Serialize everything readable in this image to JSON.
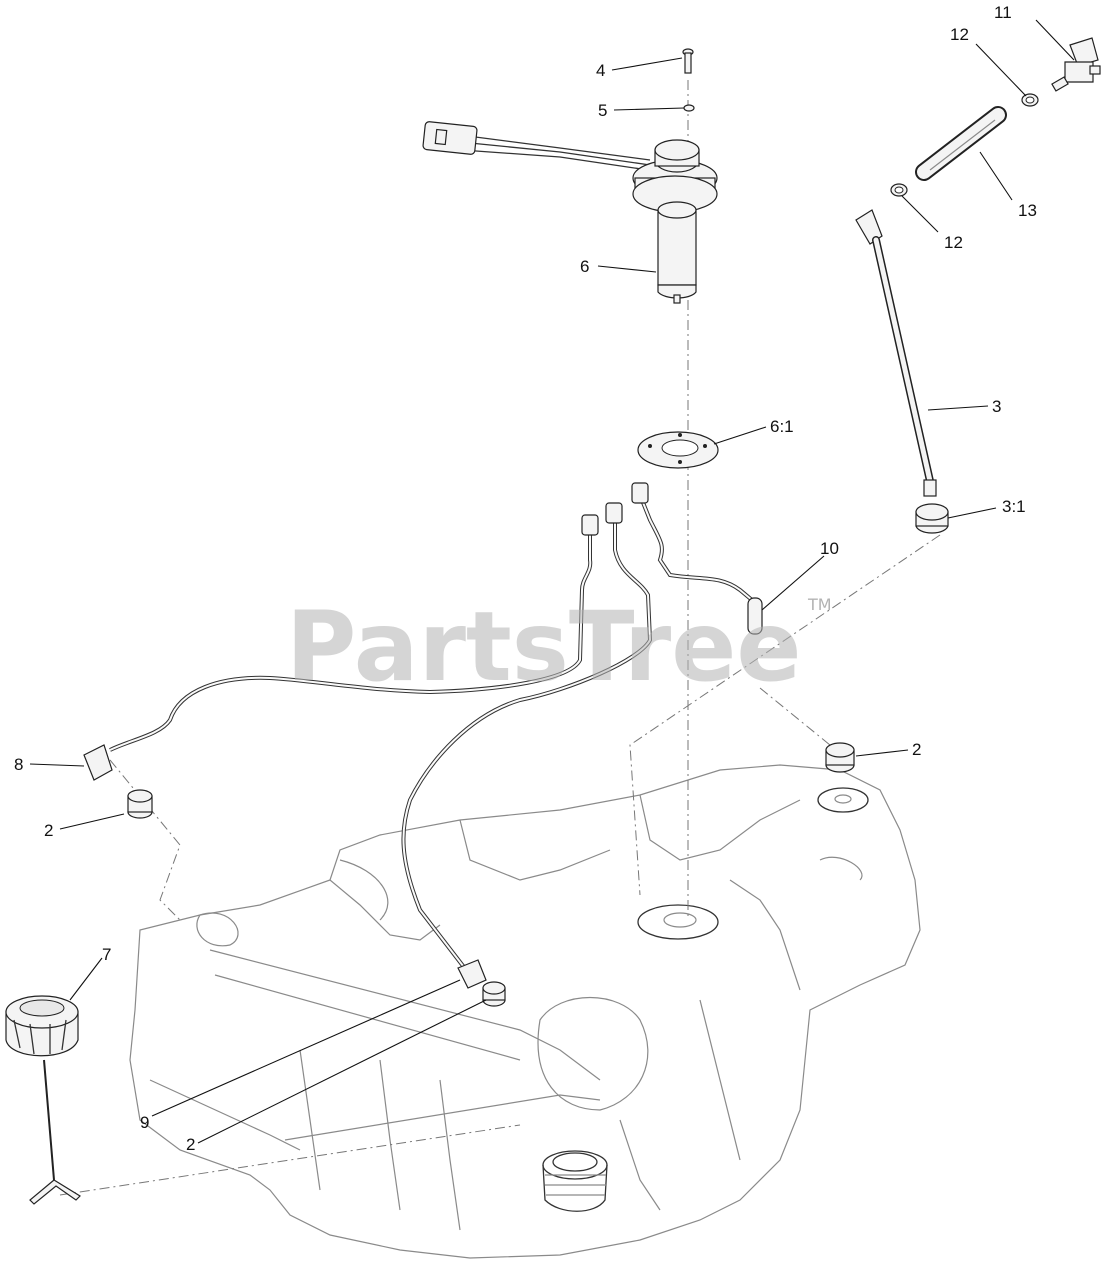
{
  "watermark": {
    "brand": "PartsTree",
    "trademark": "TM"
  },
  "callouts": [
    {
      "id": "c4",
      "text": "4"
    },
    {
      "id": "c5",
      "text": "5"
    },
    {
      "id": "c6",
      "text": "6"
    },
    {
      "id": "c61",
      "text": "6:1"
    },
    {
      "id": "c11",
      "text": "11"
    },
    {
      "id": "c12a",
      "text": "12"
    },
    {
      "id": "c12b",
      "text": "12"
    },
    {
      "id": "c13",
      "text": "13"
    },
    {
      "id": "c3",
      "text": "3"
    },
    {
      "id": "c31",
      "text": "3:1"
    },
    {
      "id": "c10",
      "text": "10"
    },
    {
      "id": "c2a",
      "text": "2"
    },
    {
      "id": "c8",
      "text": "8"
    },
    {
      "id": "c2b",
      "text": "2"
    },
    {
      "id": "c7",
      "text": "7"
    },
    {
      "id": "c9",
      "text": "9"
    },
    {
      "id": "c2c",
      "text": "2"
    }
  ]
}
